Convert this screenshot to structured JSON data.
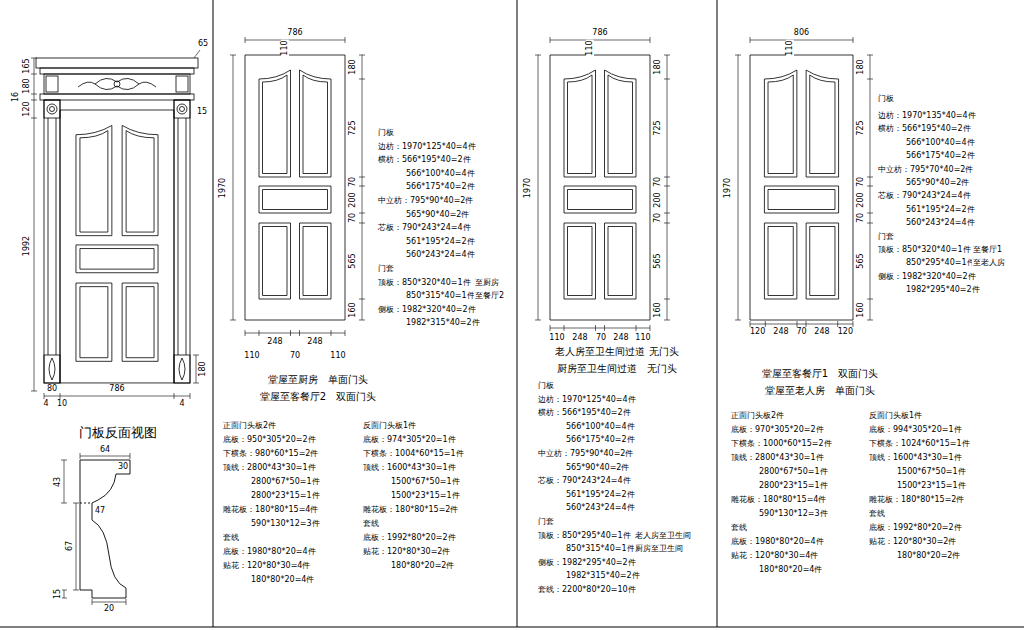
{
  "diagram": {
    "labels": [
      "65",
      "165",
      "180",
      "16",
      "120",
      "15",
      "1992",
      "180",
      "80",
      "786",
      "4",
      "10",
      "4",
      "门板反面视图",
      "64",
      "30",
      "43",
      "47",
      "67",
      "15",
      "20",
      "786",
      "110",
      "180",
      "725",
      "70",
      "200",
      "70",
      "565",
      "160",
      "1970",
      "248",
      "248",
      "110",
      "70",
      "110",
      "门板",
      "边枋：1970*125*40=4件",
      "横枋：566*195*40=2件",
      "566*100*40=4件",
      "566*175*40=2件",
      "中立枋：795*90*40=2件",
      "565*90*40=2件",
      "芯板：790*243*24=4件",
      "561*195*24=2件",
      "560*243*24=4件",
      "门套",
      "顶板：850*320*40=1件",
      "850*315*40=1件",
      "侧板：1982*320*40=2件",
      "1982*315*40=2件",
      "至厨房",
      "至餐厅2",
      "堂屋至厨房　单面门头",
      "堂屋至客餐厅2　双面门头",
      "正面门头板2件",
      "底板：950*305*20=2件",
      "下横条：980*60*15=2件",
      "顶线：2800*43*30=1件",
      "2800*67*50=1件",
      "2800*23*15=1件",
      "雕花板：180*80*15=4件",
      "590*130*12=3件",
      "套线",
      "底板：1980*80*20=4件",
      "贴花：120*80*30=4件",
      "180*80*20=4件",
      "反面门头板1件",
      "底板：974*305*20=1件",
      "下横条：1004*60*15=1件",
      "顶线：1600*43*30=1件",
      "1500*67*50=1件",
      "1500*23*15=1件",
      "雕花板：180*80*15=2件",
      "套线",
      "底板：1992*80*20=2件",
      "贴花：120*80*30=2件",
      "180*80*20=2件",
      "786",
      "110",
      "180",
      "725",
      "70",
      "200",
      "70",
      "565",
      "160",
      "1970",
      "110",
      "248",
      "70",
      "248",
      "110",
      "老人房至卫生间过道 无门头",
      "厨房至卫生间过道　无门头",
      "门板",
      "边枋：1970*125*40=4件",
      "横枋：566*195*40=2件",
      "566*100*40=4件",
      "566*175*40=2件",
      "中立枋：795*90*40=2件",
      "565*90*40=2件",
      "芯板：790*243*24=4件",
      "561*195*24=2件",
      "560*243*24=4件",
      "门套",
      "顶板：850*295*40=1件",
      "850*315*40=1件",
      "侧板：1982*295*40=2件",
      "1982*315*40=2件",
      "套线：2200*80*20=10件",
      "老人房至卫生间",
      "厨房至卫生间",
      "806",
      "110",
      "180",
      "725",
      "70",
      "200",
      "70",
      "565",
      "160",
      "1970",
      "120",
      "248",
      "70",
      "248",
      "120",
      "门板",
      "边枋：1970*135*40=4件",
      "横枋：566*195*40=2件",
      "566*100*40=4件",
      "566*175*40=2件",
      "中立枋：795*70*40=2件",
      "565*90*40=2件",
      "芯板：790*243*24=4件",
      "561*195*24=2件",
      "560*243*24=4件",
      "门套",
      "顶板：850*320*40=1件",
      "850*295*40=1件",
      "侧板：1982*320*40=2件",
      "1982*295*40=2件",
      "至餐厅1",
      "至老人房",
      "堂屋至客餐厅1　双面门头",
      "堂屋至老人房　单面门头",
      "正面门头板2件",
      "底板：970*305*20=2件",
      "下横条：1000*60*15=2件",
      "顶线：2800*43*30=1件",
      "2800*67*50=1件",
      "2800*23*15=1件",
      "雕花板：180*80*15=4件",
      "590*130*12=3件",
      "套线",
      "底板：1980*80*20=4件",
      "贴花：120*80*30=4件",
      "180*80*20=4件",
      "反面门头板1件",
      "底板：994*305*20=1件",
      "下横条：1024*60*15=1件",
      "顶线：1600*43*30=1件",
      "1500*67*50=1件",
      "1500*23*15=1件",
      "雕花板：180*80*15=2件",
      "套线",
      "底板：1992*80*20=2件",
      "贴花：120*80*30=2件",
      "180*80*20=2件"
    ]
  }
}
